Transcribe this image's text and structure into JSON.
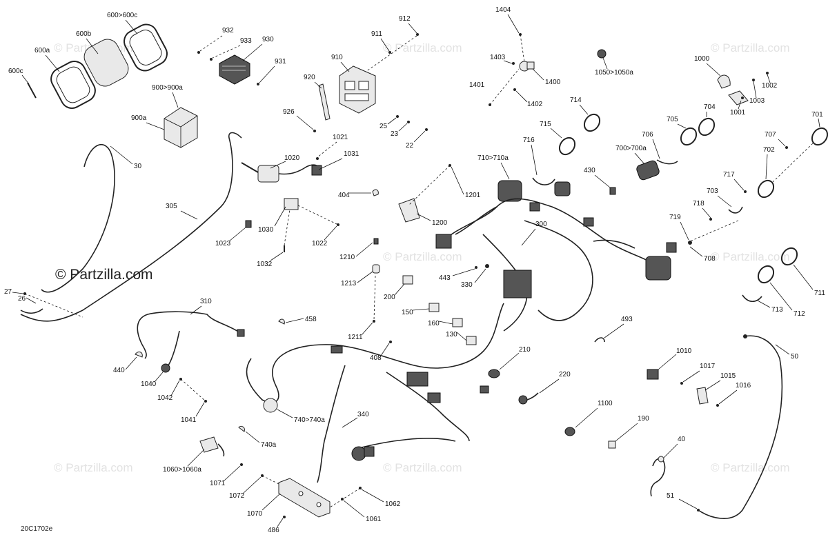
{
  "watermark_text": "© Partzilla.com",
  "brand_text": "© Partzilla.com",
  "diagram_code": "20C1702e",
  "callouts": {
    "c600c": "600c",
    "c600a": "600a",
    "c600b": "600b",
    "c600to600c": "600>600c",
    "c900to900a": "900>900a",
    "c900a": "900a",
    "c932": "932",
    "c933": "933",
    "c930": "930",
    "c931": "931",
    "c912": "912",
    "c911": "911",
    "c910": "910",
    "c920": "920",
    "c926": "926",
    "c25": "25",
    "c23": "23",
    "c22": "22",
    "c1404": "1404",
    "c1403": "1403",
    "c1400": "1400",
    "c1401": "1401",
    "c1402": "1402",
    "c1050": "1050>1050a",
    "c1000": "1000",
    "c1002": "1002",
    "c1003": "1003",
    "c1001": "1001",
    "c714": "714",
    "c715": "715",
    "c716": "716",
    "c710": "710>710a",
    "c704": "704",
    "c705": "705",
    "c706": "706",
    "c700": "700>700a",
    "c701": "701",
    "c707": "707",
    "c702": "702",
    "c717": "717",
    "c703": "703",
    "c718": "718",
    "c719": "719",
    "c708": "708",
    "c711": "711",
    "c712": "712",
    "c713": "713",
    "c430": "430",
    "c1201": "1201",
    "c1200": "1200",
    "c300": "300",
    "c1021": "1021",
    "c1020": "1020",
    "c1031": "1031",
    "c404": "404",
    "c1030": "1030",
    "c1022": "1022",
    "c1023": "1023",
    "c1032": "1032",
    "c30": "30",
    "c305": "305",
    "c27": "27",
    "c26": "26",
    "c310": "310",
    "c1210": "1210",
    "c1213": "1213",
    "c1211": "1211",
    "c443": "443",
    "c330": "330",
    "c200": "200",
    "c150": "150",
    "c160": "160",
    "c130": "130",
    "c458": "458",
    "c408": "408",
    "c210": "210",
    "c220": "220",
    "c493": "493",
    "c440": "440",
    "c1040": "1040",
    "c1042": "1042",
    "c1041": "1041",
    "c740": "740>740a",
    "c740a": "740a",
    "c340": "340",
    "c1060": "1060>1060a",
    "c1071": "1071",
    "c1072": "1072",
    "c1070": "1070",
    "c486": "486",
    "c1062": "1062",
    "c1061": "1061",
    "c1010": "1010",
    "c1017": "1017",
    "c1015": "1015",
    "c1016": "1016",
    "c1100": "1100",
    "c190": "190",
    "c40": "40",
    "c51": "51",
    "c50": "50"
  }
}
